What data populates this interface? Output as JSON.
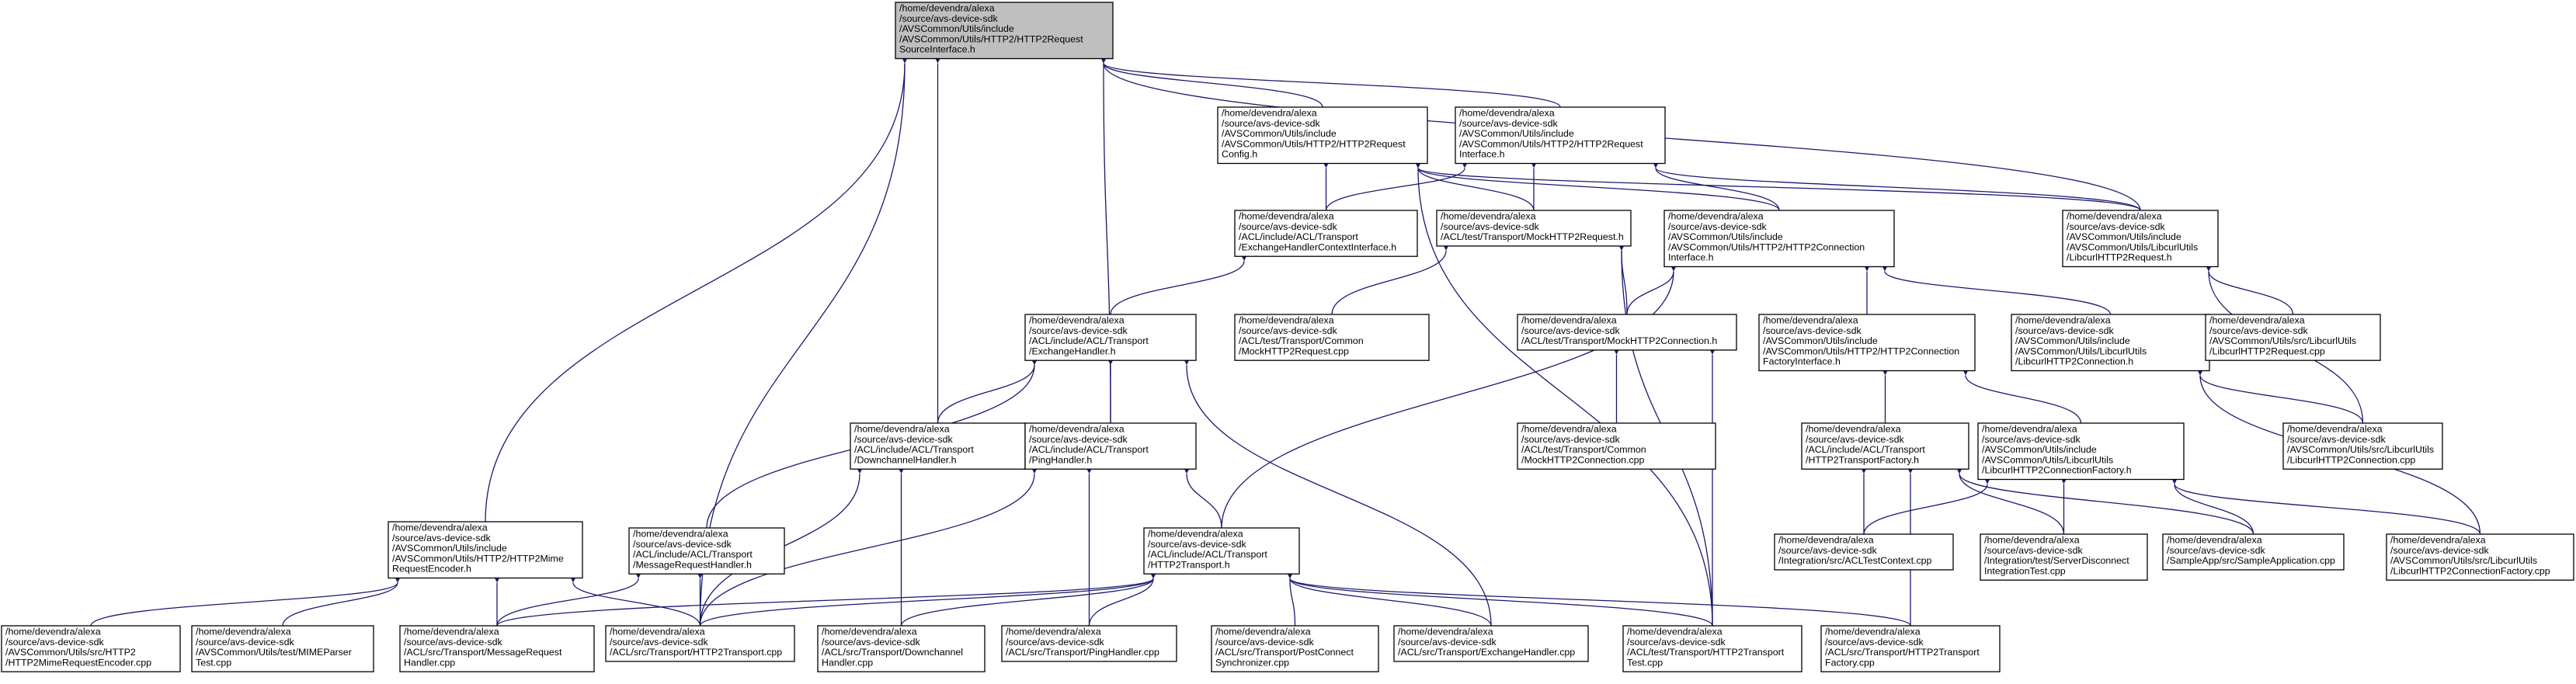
{
  "diagram": {
    "type": "doxygen-include-dependency-graph",
    "edge_color": "#191970",
    "root_fill": "#bfbfbf",
    "nodes": [
      {
        "id": "root",
        "lines": [
          "/home/devendra/alexa",
          "/source/avs-device-sdk",
          "/AVSCommon/Utils/include",
          "/AVSCommon/Utils/HTTP2/HTTP2Request",
          "SourceInterface.h"
        ]
      },
      {
        "id": "config",
        "lines": [
          "/home/devendra/alexa",
          "/source/avs-device-sdk",
          "/AVSCommon/Utils/include",
          "/AVSCommon/Utils/HTTP2/HTTP2Request",
          "Config.h"
        ]
      },
      {
        "id": "reqiface",
        "lines": [
          "/home/devendra/alexa",
          "/source/avs-device-sdk",
          "/AVSCommon/Utils/include",
          "/AVSCommon/Utils/HTTP2/HTTP2Request",
          "Interface.h"
        ]
      },
      {
        "id": "ehci",
        "lines": [
          "/home/devendra/alexa",
          "/source/avs-device-sdk",
          "/ACL/include/ACL/Transport",
          "/ExchangeHandlerContextInterface.h"
        ]
      },
      {
        "id": "mockreq",
        "lines": [
          "/home/devendra/alexa",
          "/source/avs-device-sdk",
          "/ACL/test/Transport/MockHTTP2Request.h"
        ]
      },
      {
        "id": "conniface",
        "lines": [
          "/home/devendra/alexa",
          "/source/avs-device-sdk",
          "/AVSCommon/Utils/include",
          "/AVSCommon/Utils/HTTP2/HTTP2Connection",
          "Interface.h"
        ]
      },
      {
        "id": "lcreq",
        "lines": [
          "/home/devendra/alexa",
          "/source/avs-device-sdk",
          "/AVSCommon/Utils/include",
          "/AVSCommon/Utils/LibcurlUtils",
          "/LibcurlHTTP2Request.h"
        ]
      },
      {
        "id": "mockreqcpp",
        "lines": [
          "/home/devendra/alexa",
          "/source/avs-device-sdk",
          "/ACL/test/Transport/Common",
          "/MockHTTP2Request.cpp"
        ]
      },
      {
        "id": "exh",
        "lines": [
          "/home/devendra/alexa",
          "/source/avs-device-sdk",
          "/ACL/include/ACL/Transport",
          "/ExchangeHandler.h"
        ]
      },
      {
        "id": "mockconn",
        "lines": [
          "/home/devendra/alexa",
          "/source/avs-device-sdk",
          "/ACL/test/Transport/MockHTTP2Connection.h"
        ]
      },
      {
        "id": "cfi",
        "lines": [
          "/home/devendra/alexa",
          "/source/avs-device-sdk",
          "/AVSCommon/Utils/include",
          "/AVSCommon/Utils/HTTP2/HTTP2Connection",
          "FactoryInterface.h"
        ]
      },
      {
        "id": "lcconn",
        "lines": [
          "/home/devendra/alexa",
          "/source/avs-device-sdk",
          "/AVSCommon/Utils/include",
          "/AVSCommon/Utils/LibcurlUtils",
          "/LibcurlHTTP2Connection.h"
        ]
      },
      {
        "id": "lcreqcpp",
        "lines": [
          "/home/devendra/alexa",
          "/source/avs-device-sdk",
          "/AVSCommon/Utils/src/LibcurlUtils",
          "/LibcurlHTTP2Request.cpp"
        ]
      },
      {
        "id": "dch",
        "lines": [
          "/home/devendra/alexa",
          "/source/avs-device-sdk",
          "/ACL/include/ACL/Transport",
          "/DownchannelHandler.h"
        ]
      },
      {
        "id": "ph",
        "lines": [
          "/home/devendra/alexa",
          "/source/avs-device-sdk",
          "/ACL/include/ACL/Transport",
          "/PingHandler.h"
        ]
      },
      {
        "id": "mockconncpp",
        "lines": [
          "/home/devendra/alexa",
          "/source/avs-device-sdk",
          "/ACL/test/Transport/Common",
          "/MockHTTP2Connection.cpp"
        ]
      },
      {
        "id": "tf",
        "lines": [
          "/home/devendra/alexa",
          "/source/avs-device-sdk",
          "/ACL/include/ACL/Transport",
          "/HTTP2TransportFactory.h"
        ]
      },
      {
        "id": "lccf",
        "lines": [
          "/home/devendra/alexa",
          "/source/avs-device-sdk",
          "/AVSCommon/Utils/include",
          "/AVSCommon/Utils/LibcurlUtils",
          "/LibcurlHTTP2ConnectionFactory.h"
        ]
      },
      {
        "id": "lcconncpp",
        "lines": [
          "/home/devendra/alexa",
          "/source/avs-device-sdk",
          "/AVSCommon/Utils/src/LibcurlUtils",
          "/LibcurlHTTP2Connection.cpp"
        ]
      },
      {
        "id": "mime",
        "lines": [
          "/home/devendra/alexa",
          "/source/avs-device-sdk",
          "/AVSCommon/Utils/include",
          "/AVSCommon/Utils/HTTP2/HTTP2Mime",
          "RequestEncoder.h"
        ]
      },
      {
        "id": "mrh",
        "lines": [
          "/home/devendra/alexa",
          "/source/avs-device-sdk",
          "/ACL/include/ACL/Transport",
          "/MessageRequestHandler.h"
        ]
      },
      {
        "id": "transport",
        "lines": [
          "/home/devendra/alexa",
          "/source/avs-device-sdk",
          "/ACL/include/ACL/Transport",
          "/HTTP2Transport.h"
        ]
      },
      {
        "id": "acltc",
        "lines": [
          "/home/devendra/alexa",
          "/source/avs-device-sdk",
          "/Integration/src/ACLTestContext.cpp"
        ]
      },
      {
        "id": "sdit",
        "lines": [
          "/home/devendra/alexa",
          "/source/avs-device-sdk",
          "/Integration/test/ServerDisconnect",
          "IntegrationTest.cpp"
        ]
      },
      {
        "id": "sampleapp",
        "lines": [
          "/home/devendra/alexa",
          "/source/avs-device-sdk",
          "/SampleApp/src/SampleApplication.cpp"
        ]
      },
      {
        "id": "lccfcpp",
        "lines": [
          "/home/devendra/alexa",
          "/source/avs-device-sdk",
          "/AVSCommon/Utils/src/LibcurlUtils",
          "/LibcurlHTTP2ConnectionFactory.cpp"
        ]
      },
      {
        "id": "mimecpp",
        "lines": [
          "/home/devendra/alexa",
          "/source/avs-device-sdk",
          "/AVSCommon/Utils/src/HTTP2",
          "/HTTP2MimeRequestEncoder.cpp"
        ]
      },
      {
        "id": "mimetest",
        "lines": [
          "/home/devendra/alexa",
          "/source/avs-device-sdk",
          "/AVSCommon/Utils/test/MIMEParser",
          "Test.cpp"
        ]
      },
      {
        "id": "mrhcpp",
        "lines": [
          "/home/devendra/alexa",
          "/source/avs-device-sdk",
          "/ACL/src/Transport/MessageRequest",
          "Handler.cpp"
        ]
      },
      {
        "id": "transportcpp",
        "lines": [
          "/home/devendra/alexa",
          "/source/avs-device-sdk",
          "/ACL/src/Transport/HTTP2Transport.cpp"
        ]
      },
      {
        "id": "dchcpp",
        "lines": [
          "/home/devendra/alexa",
          "/source/avs-device-sdk",
          "/ACL/src/Transport/Downchannel",
          "Handler.cpp"
        ]
      },
      {
        "id": "phcpp",
        "lines": [
          "/home/devendra/alexa",
          "/source/avs-device-sdk",
          "/ACL/src/Transport/PingHandler.cpp"
        ]
      },
      {
        "id": "pcs",
        "lines": [
          "/home/devendra/alexa",
          "/source/avs-device-sdk",
          "/ACL/src/Transport/PostConnect",
          "Synchronizer.cpp"
        ]
      },
      {
        "id": "exhcpp",
        "lines": [
          "/home/devendra/alexa",
          "/source/avs-device-sdk",
          "/ACL/src/Transport/ExchangeHandler.cpp"
        ]
      },
      {
        "id": "transporttest",
        "lines": [
          "/home/devendra/alexa",
          "/source/avs-device-sdk",
          "/ACL/test/Transport/HTTP2Transport",
          "Test.cpp"
        ]
      },
      {
        "id": "tfcpp",
        "lines": [
          "/home/devendra/alexa",
          "/source/avs-device-sdk",
          "/ACL/src/Transport/HTTP2Transport",
          "Factory.cpp"
        ]
      }
    ],
    "edges": [
      [
        "root",
        "config"
      ],
      [
        "root",
        "reqiface"
      ],
      [
        "root",
        "lcreq"
      ],
      [
        "root",
        "mime"
      ],
      [
        "root",
        "dch"
      ],
      [
        "root",
        "ph"
      ],
      [
        "root",
        "transportcpp"
      ],
      [
        "config",
        "ehci"
      ],
      [
        "config",
        "mockreq"
      ],
      [
        "config",
        "conniface"
      ],
      [
        "config",
        "lcreq"
      ],
      [
        "config",
        "transporttest"
      ],
      [
        "reqiface",
        "ehci"
      ],
      [
        "reqiface",
        "mockreq"
      ],
      [
        "reqiface",
        "conniface"
      ],
      [
        "reqiface",
        "lcreq"
      ],
      [
        "ehci",
        "exh"
      ],
      [
        "mockreq",
        "mockreqcpp"
      ],
      [
        "mockreq",
        "mockconn"
      ],
      [
        "mockreq",
        "transporttest"
      ],
      [
        "conniface",
        "mockconn"
      ],
      [
        "conniface",
        "cfi"
      ],
      [
        "conniface",
        "lcconn"
      ],
      [
        "conniface",
        "transport"
      ],
      [
        "lcreq",
        "lcreqcpp"
      ],
      [
        "lcreq",
        "lcconncpp"
      ],
      [
        "exh",
        "dch"
      ],
      [
        "exh",
        "ph"
      ],
      [
        "exh",
        "mrh"
      ],
      [
        "exh",
        "exhcpp"
      ],
      [
        "mockconn",
        "mockconncpp"
      ],
      [
        "mockconn",
        "transporttest"
      ],
      [
        "cfi",
        "tf"
      ],
      [
        "cfi",
        "lccf"
      ],
      [
        "lcconn",
        "lcconncpp"
      ],
      [
        "lcconn",
        "lccfcpp"
      ],
      [
        "dch",
        "dchcpp"
      ],
      [
        "dch",
        "transportcpp"
      ],
      [
        "ph",
        "transport"
      ],
      [
        "ph",
        "phcpp"
      ],
      [
        "ph",
        "transportcpp"
      ],
      [
        "tf",
        "acltc"
      ],
      [
        "tf",
        "sdit"
      ],
      [
        "tf",
        "sampleapp"
      ],
      [
        "tf",
        "tfcpp"
      ],
      [
        "lccf",
        "acltc"
      ],
      [
        "lccf",
        "sdit"
      ],
      [
        "lccf",
        "sampleapp"
      ],
      [
        "lccf",
        "lccfcpp"
      ],
      [
        "mime",
        "mimecpp"
      ],
      [
        "mime",
        "mimetest"
      ],
      [
        "mime",
        "mrhcpp"
      ],
      [
        "mime",
        "transportcpp"
      ],
      [
        "mrh",
        "mrhcpp"
      ],
      [
        "mrh",
        "transportcpp"
      ],
      [
        "transport",
        "mrhcpp"
      ],
      [
        "transport",
        "transportcpp"
      ],
      [
        "transport",
        "dchcpp"
      ],
      [
        "transport",
        "phcpp"
      ],
      [
        "transport",
        "pcs"
      ],
      [
        "transport",
        "exhcpp"
      ],
      [
        "transport",
        "transporttest"
      ],
      [
        "transport",
        "tfcpp"
      ]
    ]
  }
}
